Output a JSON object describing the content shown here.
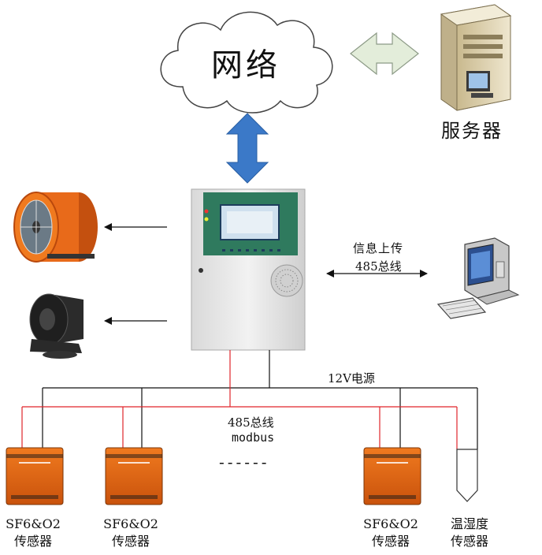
{
  "cloud": {
    "label": "网络"
  },
  "server": {
    "label": "服务器"
  },
  "uplink": {
    "line1": "信息上传",
    "line2": "485总线"
  },
  "power": {
    "label": "12V电源"
  },
  "bus": {
    "line1": "485总线",
    "line2": "modbus"
  },
  "ellipsis": "------",
  "sensors": [
    {
      "line1": "SF6&O2",
      "line2": "传感器"
    },
    {
      "line1": "SF6&O2",
      "line2": "传感器"
    },
    {
      "line1": "SF6&O2",
      "line2": "传感器"
    }
  ],
  "temp_sensor": {
    "line1": "温湿度",
    "line2": "传感器"
  },
  "colors": {
    "power_line": "#111111",
    "bus_line": "#e0242a",
    "arrow_fill": "#3b79c8",
    "double_arrow_fill": "#e3edda",
    "panel_green": "#2f7a5e",
    "fan_orange": "#e86a1a"
  }
}
